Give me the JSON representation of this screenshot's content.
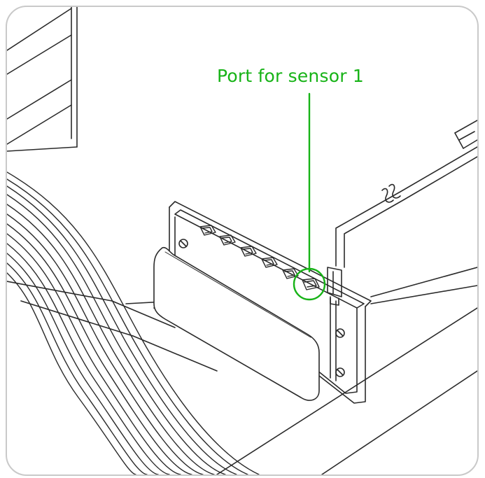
{
  "callout": {
    "label": "Port for sensor 1"
  },
  "colors": {
    "callout": "#17b317",
    "line_art": "#2a2a2a",
    "frame_border": "#c9c9c9",
    "background": "#ffffff"
  },
  "hub": {
    "port_count": 6,
    "highlighted_port": "sensor-1"
  }
}
